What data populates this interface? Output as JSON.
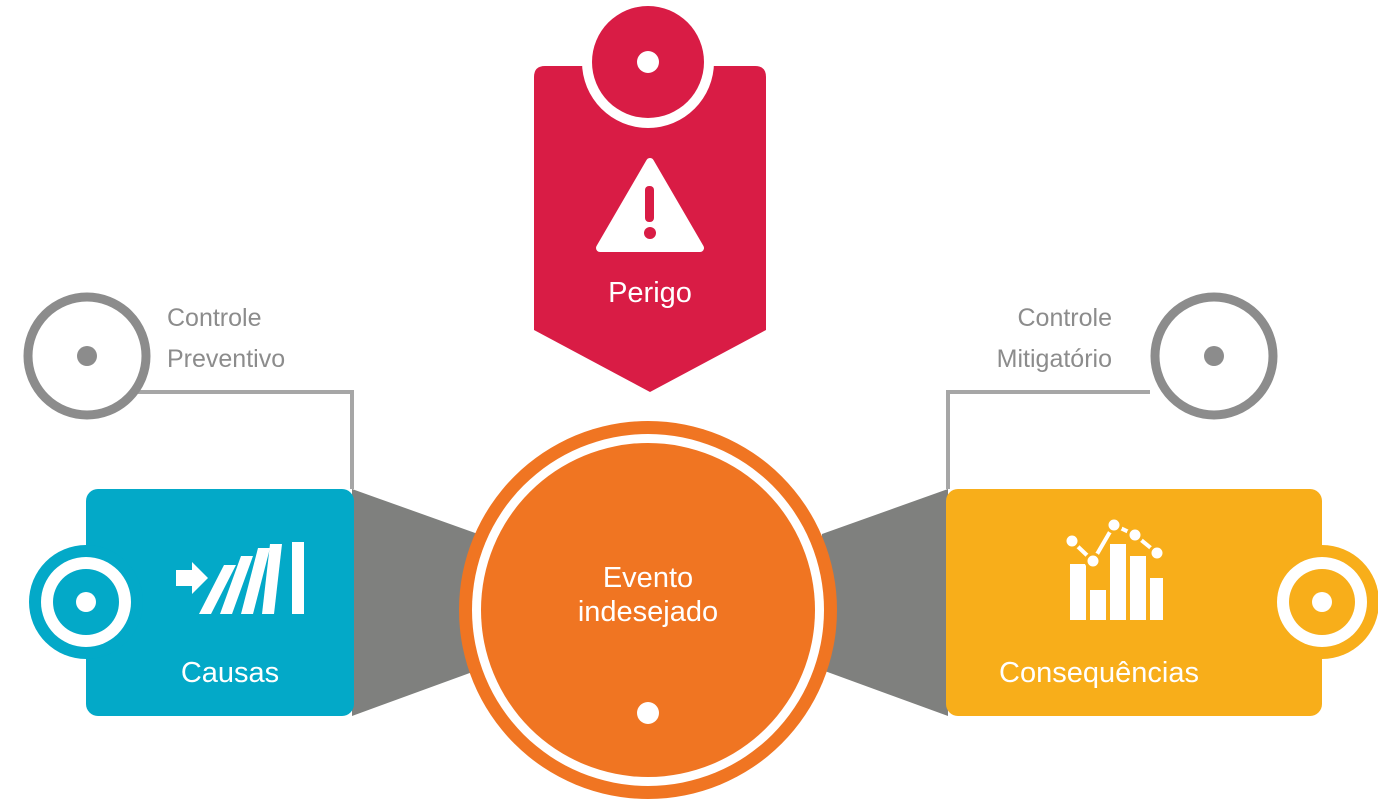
{
  "diagram": {
    "hazard": {
      "label": "Perigo",
      "icon": "warning-triangle-icon",
      "color": "#d91c45"
    },
    "event": {
      "line1": "Evento",
      "line2": "indesejado",
      "color": "#f07522"
    },
    "causes": {
      "label": "Causas",
      "icon": "falling-dominoes-icon",
      "color": "#03a9c8"
    },
    "consequences": {
      "label": "Consequências",
      "icon": "bar-line-chart-icon",
      "color": "#f8ae1a"
    },
    "preventive_control": {
      "line1": "Controle",
      "line2": "Preventivo",
      "icon": "ring-marker-icon"
    },
    "mitigating_control": {
      "line1": "Controle",
      "line2": "Mitigatório",
      "icon": "ring-marker-icon"
    },
    "connector_color": "#7f807e",
    "control_color": "#8c8c8c"
  }
}
